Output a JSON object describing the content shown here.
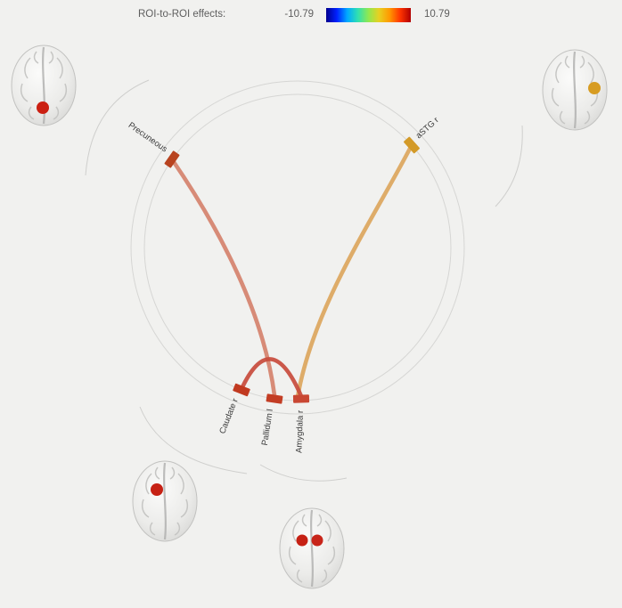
{
  "header": {
    "title": "ROI-to-ROI effects:",
    "colorbar_min_label": "-10.79",
    "colorbar_max_label": "10.79"
  },
  "chart_data": {
    "type": "connectogram",
    "title": "ROI-to-ROI effects:",
    "colorbar": {
      "min": -10.79,
      "max": 10.79,
      "colormap": "jet",
      "colors": [
        "#00008f",
        "#0020ff",
        "#00aaff",
        "#30e0b0",
        "#90e850",
        "#e8d020",
        "#ff9800",
        "#ff3400",
        "#b00000"
      ]
    },
    "rois": [
      {
        "label": "Precuneous",
        "angle_deg": 145,
        "color": "#b8431f"
      },
      {
        "label": "aSTG r",
        "angle_deg": 42,
        "color": "#d39a28"
      },
      {
        "label": "Caudate r",
        "angle_deg": 248.5,
        "color": "#c13a20"
      },
      {
        "label": "Pallidum l",
        "angle_deg": 261.3,
        "color": "#c33d24"
      },
      {
        "label": "Amygdala r",
        "angle_deg": 271.4,
        "color": "#c94733"
      }
    ],
    "connections": [
      {
        "source": "Precuneous",
        "target": "Pallidum l",
        "color": "#d5826d",
        "value_estimate": 7.5
      },
      {
        "source": "aSTG r",
        "target": "Amygdala r",
        "color": "#dca65d",
        "value_estimate": 6.0
      },
      {
        "source": "Caudate r",
        "target": "Amygdala r",
        "color": "#c84b3c",
        "value_estimate": 9.0
      }
    ],
    "layout": {
      "ring_center": [
        334,
        278
      ],
      "ring_radius_inner": 172,
      "ring_radius_outer": 187,
      "legend_position": "top"
    }
  },
  "glyphs": {
    "top_left": {
      "roi": "Precuneous",
      "dot_color": "#cb2012"
    },
    "top_right": {
      "roi": "aSTG r",
      "dot_color": "#d79c22"
    },
    "bottom_left": {
      "roi": "Caudate r",
      "dot_color": "#c62114"
    },
    "bottom_center": {
      "rois": [
        "Pallidum l",
        "Amygdala r"
      ],
      "dot_colors": [
        "#c62114",
        "#c8251a"
      ]
    }
  }
}
